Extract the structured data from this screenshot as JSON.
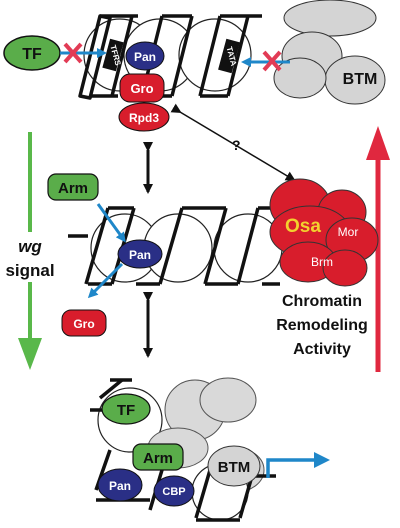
{
  "colors": {
    "green": "#5aad4a",
    "green_arrow": "#59b84a",
    "red_protein": "#d81d2c",
    "red_arrow": "#e0283f",
    "navy": "#2a2f86",
    "blue_arrow": "#1f87c9",
    "x_mark": "#e23b55",
    "gray": "#d4d4d4",
    "osa_text": "#f2d12e"
  },
  "icons": [
    "x-mark-icon",
    "double-arrow-icon",
    "right-angle-arrow-icon"
  ],
  "top_panel": {
    "tf": "TF",
    "tfrs": "TFRS",
    "pan": "Pan",
    "gro": "Gro",
    "rpd3": "Rpd3",
    "tata": "TATA",
    "btm": "BTM"
  },
  "question": "?",
  "middle_panel": {
    "arm": "Arm",
    "pan": "Pan",
    "gro": "Gro",
    "osa": "Osa",
    "mor": "Mor",
    "brm": "Brm"
  },
  "signal": {
    "wg": "wg",
    "signal": "signal"
  },
  "chromatin": {
    "line1": "Chromatin",
    "line2": "Remodeling",
    "line3": "Activity"
  },
  "bottom_panel": {
    "tf": "TF",
    "arm": "Arm",
    "btm": "BTM",
    "pan": "Pan",
    "cbp": "CBP"
  }
}
